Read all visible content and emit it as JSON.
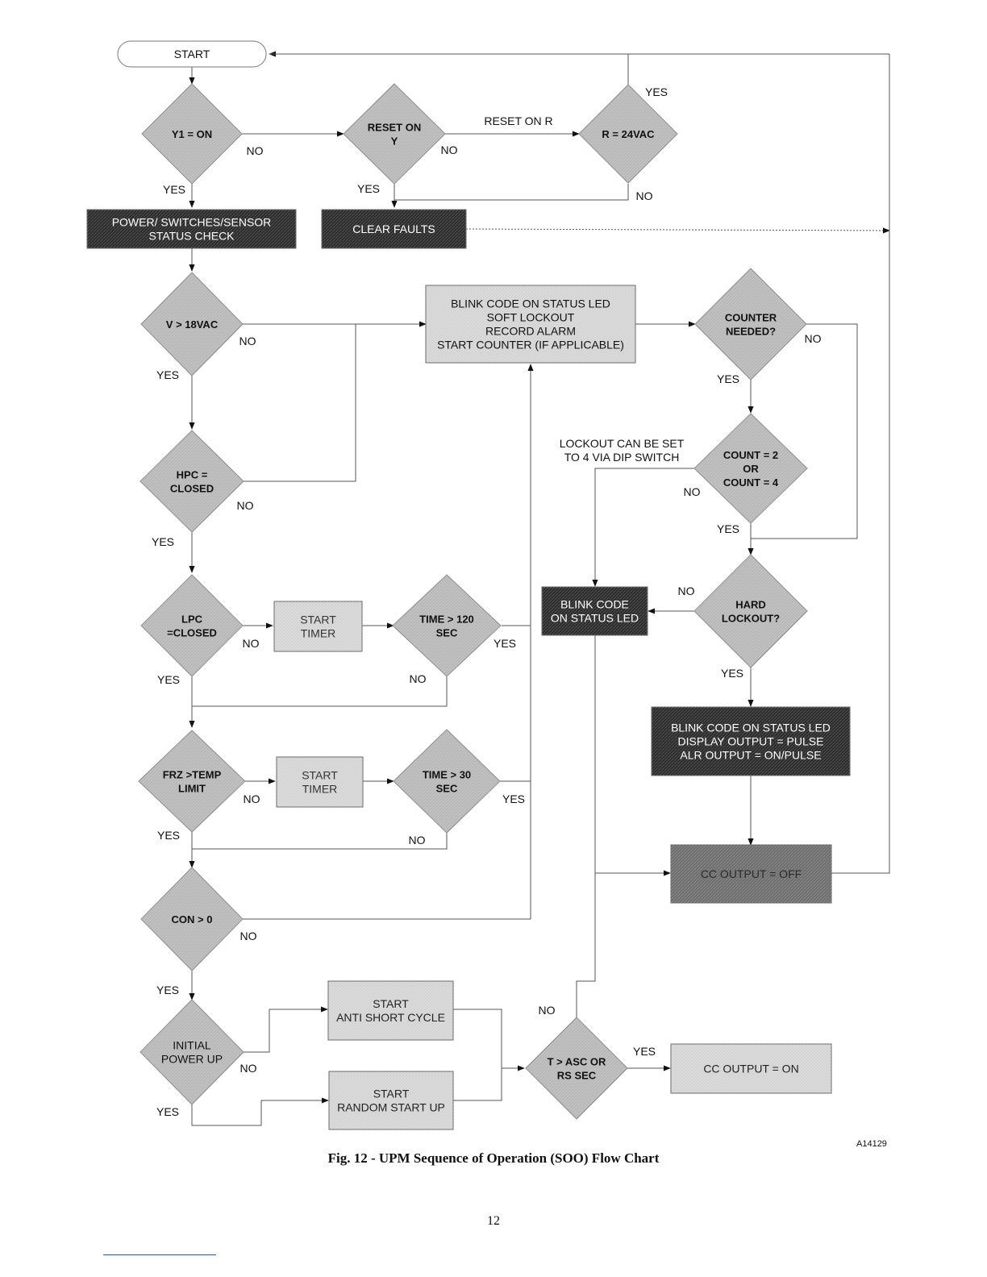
{
  "nodes": {
    "start": "START",
    "y1_on": [
      "Y1 = ON"
    ],
    "reset_on_y": [
      "RESET ON",
      "Y"
    ],
    "r_24vac": [
      "R = 24VAC"
    ],
    "power_check": [
      "POWER/ SWITCHES/SENSOR",
      "STATUS CHECK"
    ],
    "clear_faults": [
      "CLEAR FAULTS"
    ],
    "v_18vac": [
      "V > 18VAC"
    ],
    "soft_lockout": [
      "BLINK CODE ON STATUS LED",
      "SOFT LOCKOUT",
      "RECORD ALARM",
      "START COUNTER (IF APPLICABLE)"
    ],
    "counter_needed": [
      "COUNTER",
      "NEEDED?"
    ],
    "hpc_closed": [
      "HPC =",
      "CLOSED"
    ],
    "count_2_4": [
      "COUNT = 2",
      "OR",
      "COUNT = 4"
    ],
    "lpc_closed": [
      "LPC",
      "=CLOSED"
    ],
    "start_timer_1": [
      "START",
      "TIMER"
    ],
    "time_120": [
      "TIME > 120",
      "SEC"
    ],
    "blink_status": [
      "BLINK CODE",
      "ON STATUS LED"
    ],
    "hard_lockout": [
      "HARD",
      "LOCKOUT?"
    ],
    "hard_lockout_box": [
      "BLINK CODE ON STATUS LED",
      "DISPLAY OUTPUT = PULSE",
      "ALR OUTPUT = ON/PULSE"
    ],
    "frz_temp": [
      "FRZ >TEMP",
      "LIMIT"
    ],
    "start_timer_2": [
      "START",
      "TIMER"
    ],
    "time_30": [
      "TIME > 30",
      "SEC"
    ],
    "cc_off": [
      "CC OUTPUT = OFF"
    ],
    "con_0": [
      "CON > 0"
    ],
    "anti_short": [
      "START",
      "ANTI SHORT CYCLE"
    ],
    "initial_power": [
      "INITIAL",
      "POWER UP"
    ],
    "random_start": [
      "START",
      "RANDOM START UP"
    ],
    "t_asc": [
      "T > ASC OR",
      "RS SEC"
    ],
    "cc_on": [
      "CC OUTPUT = ON"
    ]
  },
  "labels": {
    "yes": "YES",
    "no": "NO",
    "reset_on_r": "RESET ON R",
    "lockout_note": [
      "LOCKOUT CAN BE SET",
      "TO 4 VIA DIP SWITCH"
    ]
  },
  "figure_id": "A14129",
  "caption": "Fig. 12 - UPM Sequence of Operation (SOO) Flow Chart",
  "page_number": "12",
  "colors": {
    "diamond": "#b8b8b8",
    "light_box": "#d4d4d4",
    "dark_box": "#2b2b2b",
    "mid_box": "#6e6e6e",
    "line": "#555555"
  }
}
